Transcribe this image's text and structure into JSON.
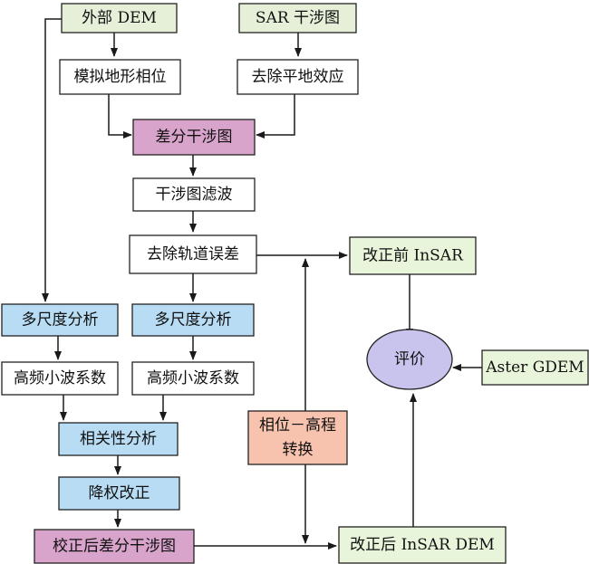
{
  "colors": {
    "green": "#e6f0d9",
    "white": "#ffffff",
    "pink": "#d9a4cb",
    "blue": "#b7dcf3",
    "salmon": "#f7c3ae",
    "lightgreen": "#e8f5da",
    "lavender": "#c9c4ee",
    "stroke": "#222222"
  },
  "nodes": {
    "external_dem": "外部 DEM",
    "sar_interferogram": "SAR 干涉图",
    "simulate_topo_phase": "模拟地形相位",
    "remove_flat_earth": "去除平地效应",
    "diff_interferogram": "差分干涉图",
    "interferogram_filter": "干涉图滤波",
    "remove_orbit_error": "去除轨道误差",
    "insar_before": "改正前 InSAR",
    "multiscale_left": "多尺度分析",
    "multiscale_mid": "多尺度分析",
    "hf_wavelet_left": "高频小波系数",
    "hf_wavelet_mid": "高频小波系数",
    "evaluation": "评价",
    "aster_gdem": "Aster GDEM",
    "correlation_analysis": "相关性分析",
    "phase_height_line1": "相位－高程",
    "phase_height_line2": "转换",
    "downweight_correction": "降权改正",
    "corrected_diff_interferogram": "校正后差分干涉图",
    "insar_dem_after": "改正后 InSAR DEM"
  }
}
